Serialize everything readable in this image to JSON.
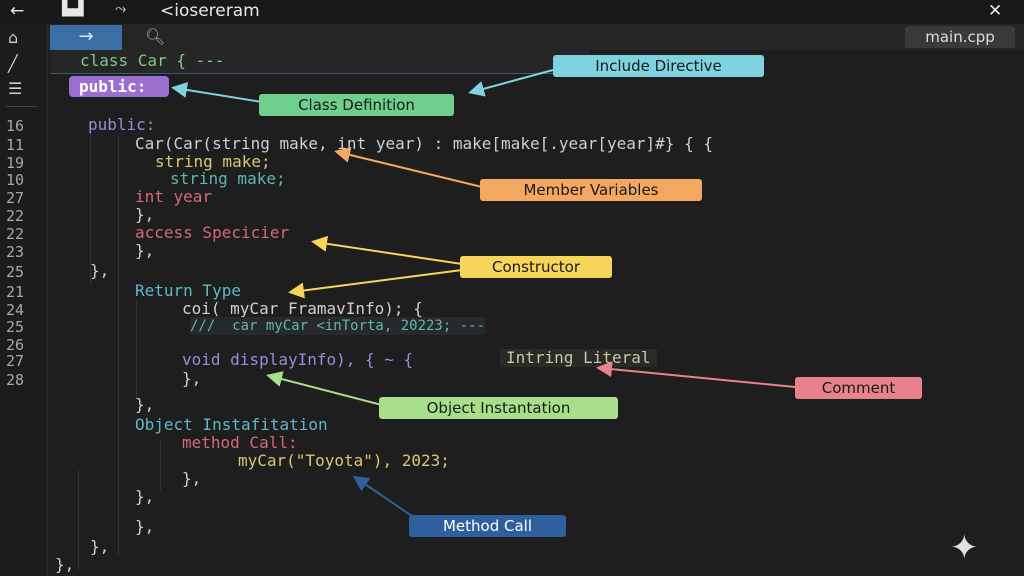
{
  "window": {
    "title": "<iosereram",
    "back_icon": "arrow-left-icon",
    "close_icon": "close-icon"
  },
  "tabs": {
    "run_icon": "arrow-right-icon",
    "search_icon": "search-icon",
    "file": "main.cpp"
  },
  "breadcrumb": "class Car { ---",
  "badge": "public:",
  "lines": [
    {
      "n": "16",
      "text": "public:"
    },
    {
      "n": "11",
      "text": "Car(Car(string make, int year) : make[make[.year[year]#} { {"
    },
    {
      "n": "19",
      "text": "string make;"
    },
    {
      "n": "10",
      "text": "string make;"
    },
    {
      "n": "27",
      "text": "int year"
    },
    {
      "n": "22",
      "text": "},"
    },
    {
      "n": "22",
      "text": "access Specicier"
    },
    {
      "n": "23",
      "text": "},"
    },
    {
      "n": "25",
      "text": "},"
    },
    {
      "n": "21",
      "text": "Return Type"
    },
    {
      "n": "24",
      "text": "coi( myCar FramavInfo); {"
    },
    {
      "n": "25",
      "text": "///  car myCar <inTorta, 20223; ---"
    },
    {
      "n": "26",
      "text": ""
    },
    {
      "n": "27",
      "text": "void displayInfo), { ~ {"
    },
    {
      "n": "28",
      "text": "},"
    }
  ],
  "string_literal": "Intring Literal",
  "tail": [
    "},",
    "Object Instafitation",
    "method Call:",
    "myCar(\"Toyota\"), 2023;",
    "},",
    "},",
    "},",
    "},",
    "},"
  ],
  "annotations": {
    "include": "Include Directive",
    "class_def": "Class Definition",
    "members": "Member Variables",
    "constructor": "Constructor",
    "comment": "Comment",
    "object": "Object Instantation",
    "method": "Method Call"
  },
  "colors": {
    "include": "#7fd3e0",
    "class_def": "#6fcf8c",
    "members": "#f4a760",
    "constructor": "#f6d55a",
    "comment": "#e8838c",
    "object": "#a7df8a",
    "method": "#2f5f9e"
  }
}
